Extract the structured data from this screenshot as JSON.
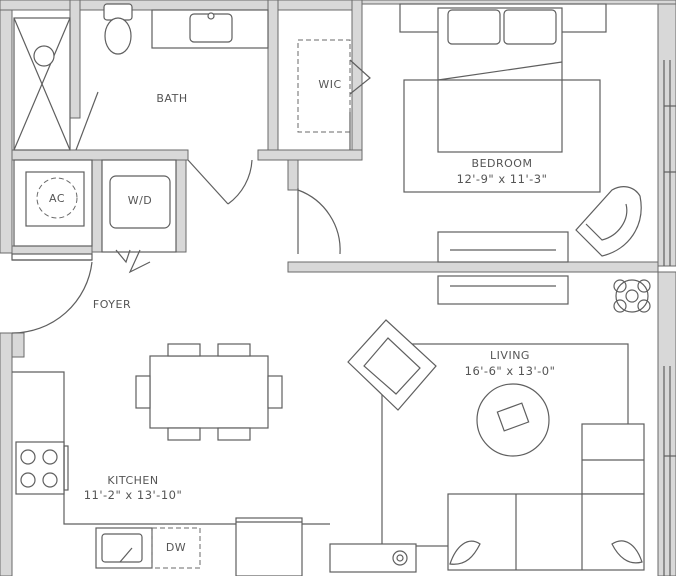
{
  "rooms": {
    "bath": {
      "name": "BATH"
    },
    "wic": {
      "name": "WIC"
    },
    "bedroom": {
      "name": "BEDROOM",
      "dimensions": "12'-9\" x 11'-3\""
    },
    "ac": {
      "name": "AC"
    },
    "wd": {
      "name": "W/D"
    },
    "foyer": {
      "name": "FOYER"
    },
    "living": {
      "name": "LIVING",
      "dimensions": "16'-6\" x 13'-0\""
    },
    "kitchen": {
      "name": "KITCHEN",
      "dimensions": "11'-2\" x 13'-10\""
    },
    "dw": {
      "name": "DW"
    }
  },
  "colors": {
    "wall_fill": "#d8d8d8",
    "line": "#5f5f5f",
    "text": "#555555",
    "background": "#ffffff"
  }
}
